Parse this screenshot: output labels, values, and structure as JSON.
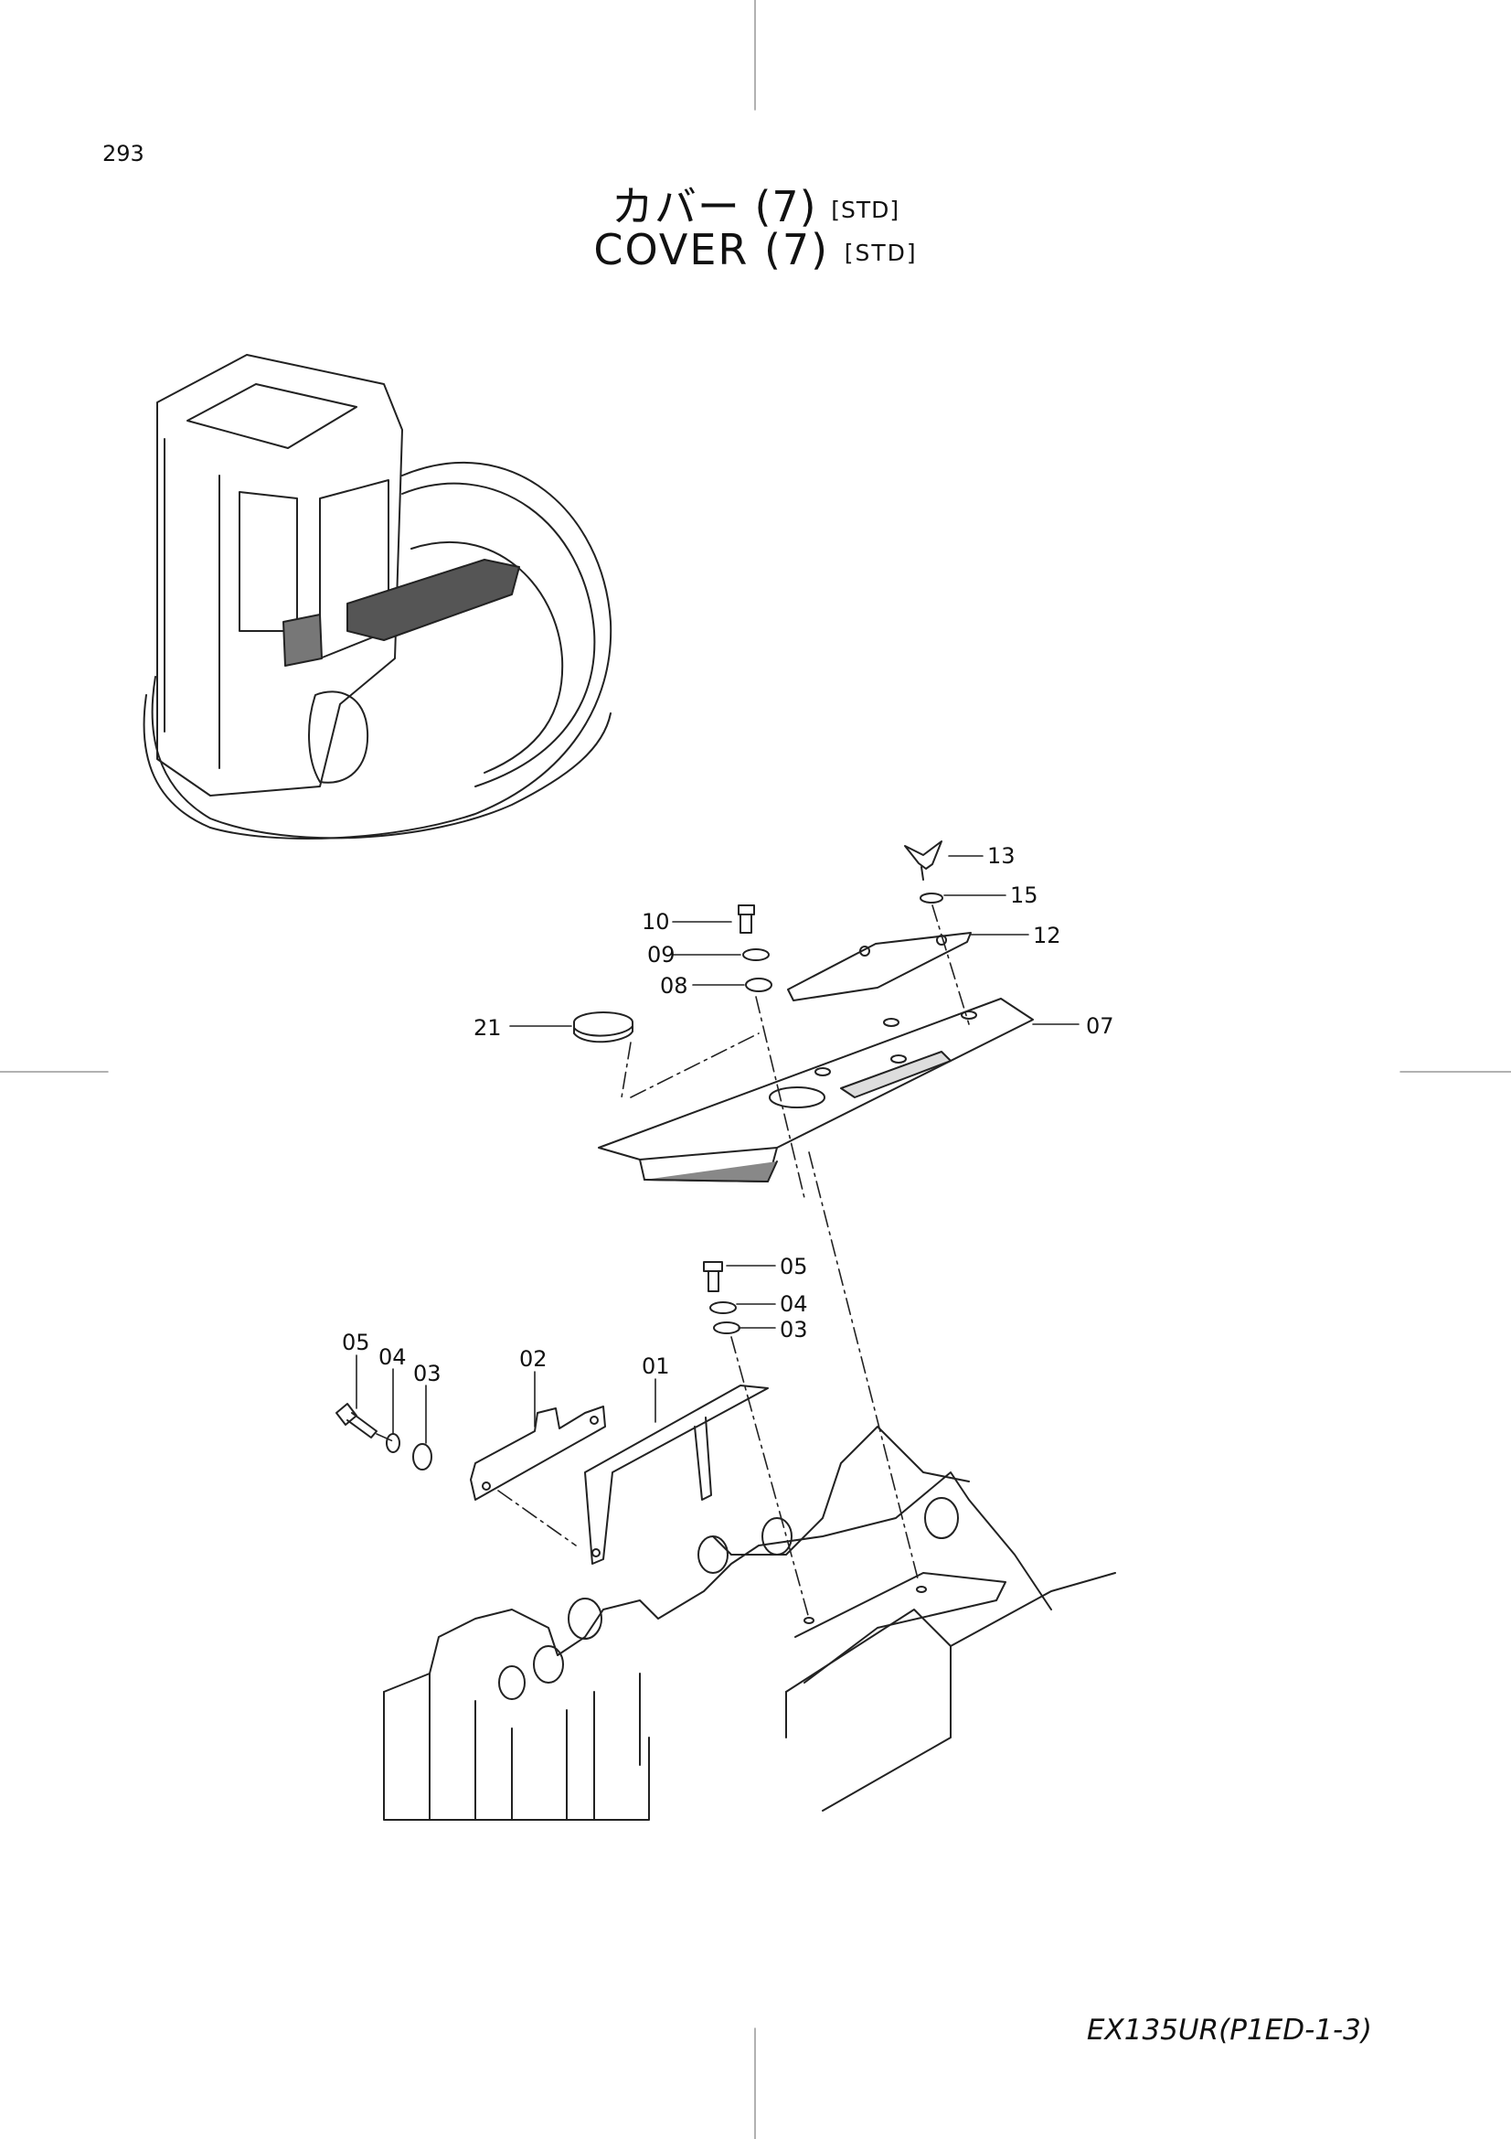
{
  "page_number": "293",
  "title_jp": "カバー",
  "title_en": "COVER",
  "title_qualifier": "(7)",
  "title_tag": "[STD]",
  "footer_model": "EX135UR(P1ED-1-3)",
  "callouts": {
    "c13": "13",
    "c15": "15",
    "c12": "12",
    "c10": "10",
    "c09": "09",
    "c08": "08",
    "c07": "07",
    "c21": "21",
    "c05a": "05",
    "c04a": "04",
    "c03a": "03",
    "c05b": "05",
    "c04b": "04",
    "c03b": "03",
    "c02": "02",
    "c01": "01"
  }
}
